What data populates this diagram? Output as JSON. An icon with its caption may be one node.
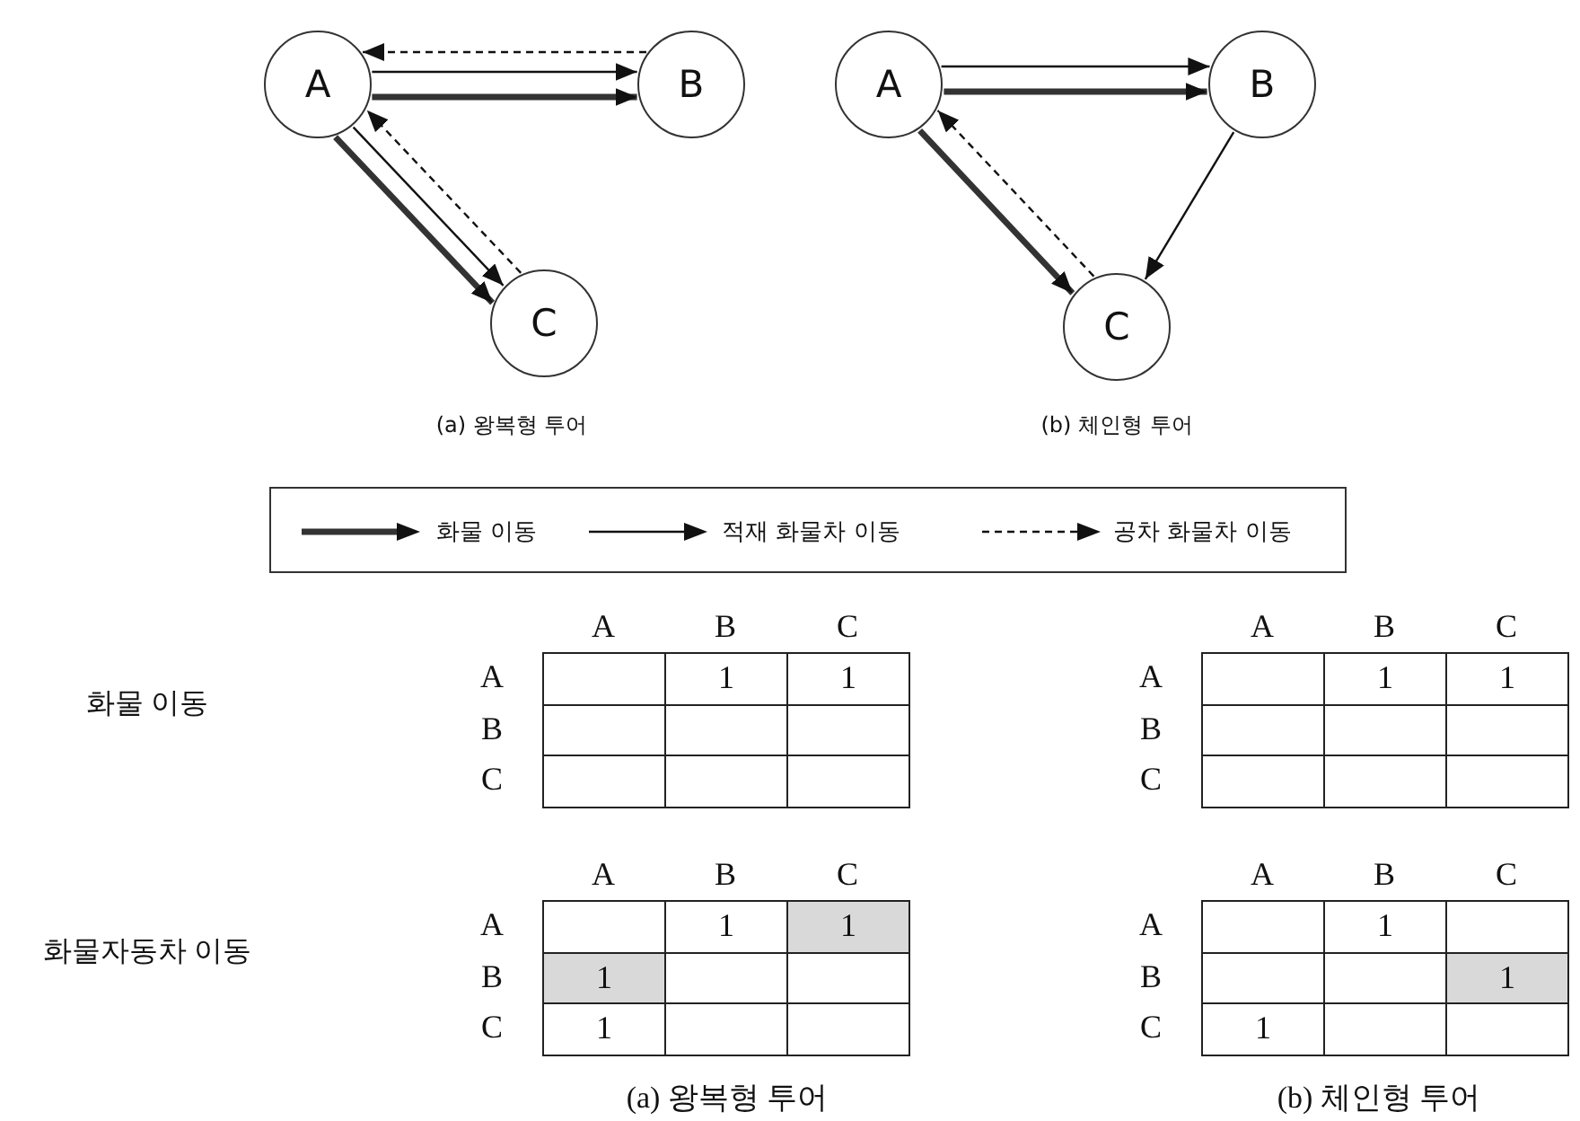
{
  "diagram": {
    "nodes": [
      {
        "text": [
          "A"
        ]
      },
      {
        "text": [
          "B"
        ]
      },
      {
        "text": [
          "C"
        ]
      },
      {
        "text": [
          "A"
        ]
      },
      {
        "text": [
          "B"
        ]
      },
      {
        "text": [
          "C"
        ]
      }
    ],
    "edges": [
      {
        "from": 1,
        "to": 0,
        "arrow": "to",
        "style": "dashed"
      },
      {
        "from": 0,
        "to": 1,
        "arrow": "to"
      },
      {
        "from": 0,
        "to": 1,
        "arrow": "to",
        "style": "thick"
      },
      {
        "from": 0,
        "to": 2,
        "arrow": "to",
        "style": "thick"
      },
      {
        "from": 0,
        "to": 2,
        "arrow": "to"
      },
      {
        "from": 2,
        "to": 0,
        "arrow": "to",
        "style": "dashed"
      },
      {
        "from": 3,
        "to": 4,
        "arrow": "to"
      },
      {
        "from": 3,
        "to": 4,
        "arrow": "to",
        "style": "thick"
      },
      {
        "from": 4,
        "to": 5,
        "arrow": "to"
      },
      {
        "from": 3,
        "to": 5,
        "arrow": "to",
        "style": "thick"
      },
      {
        "from": 5,
        "to": 3,
        "arrow": "to",
        "style": "dashed"
      }
    ],
    "labels": [
      "(a) 왕복형 투어",
      "(b) 체인형 투어",
      "A",
      "B",
      "C",
      "A",
      "B",
      "C",
      "화물 이동",
      "A",
      "1",
      "1",
      "A",
      "1",
      "1",
      "B",
      "B",
      "C",
      "C",
      "A",
      "B",
      "C",
      "A",
      "B",
      "C",
      "화물자동차 이동",
      "A",
      "1",
      "1",
      "A",
      "1",
      "B",
      "1",
      "B",
      "1",
      "C",
      "1",
      "C",
      "1",
      "(a) 왕복형 투어",
      "(b) 체인형 투어"
    ],
    "legend": [
      {
        "text": "화물 이동"
      },
      {
        "text": "적재 화물차 이동"
      },
      {
        "text": "공차 화물차 이동"
      }
    ]
  }
}
